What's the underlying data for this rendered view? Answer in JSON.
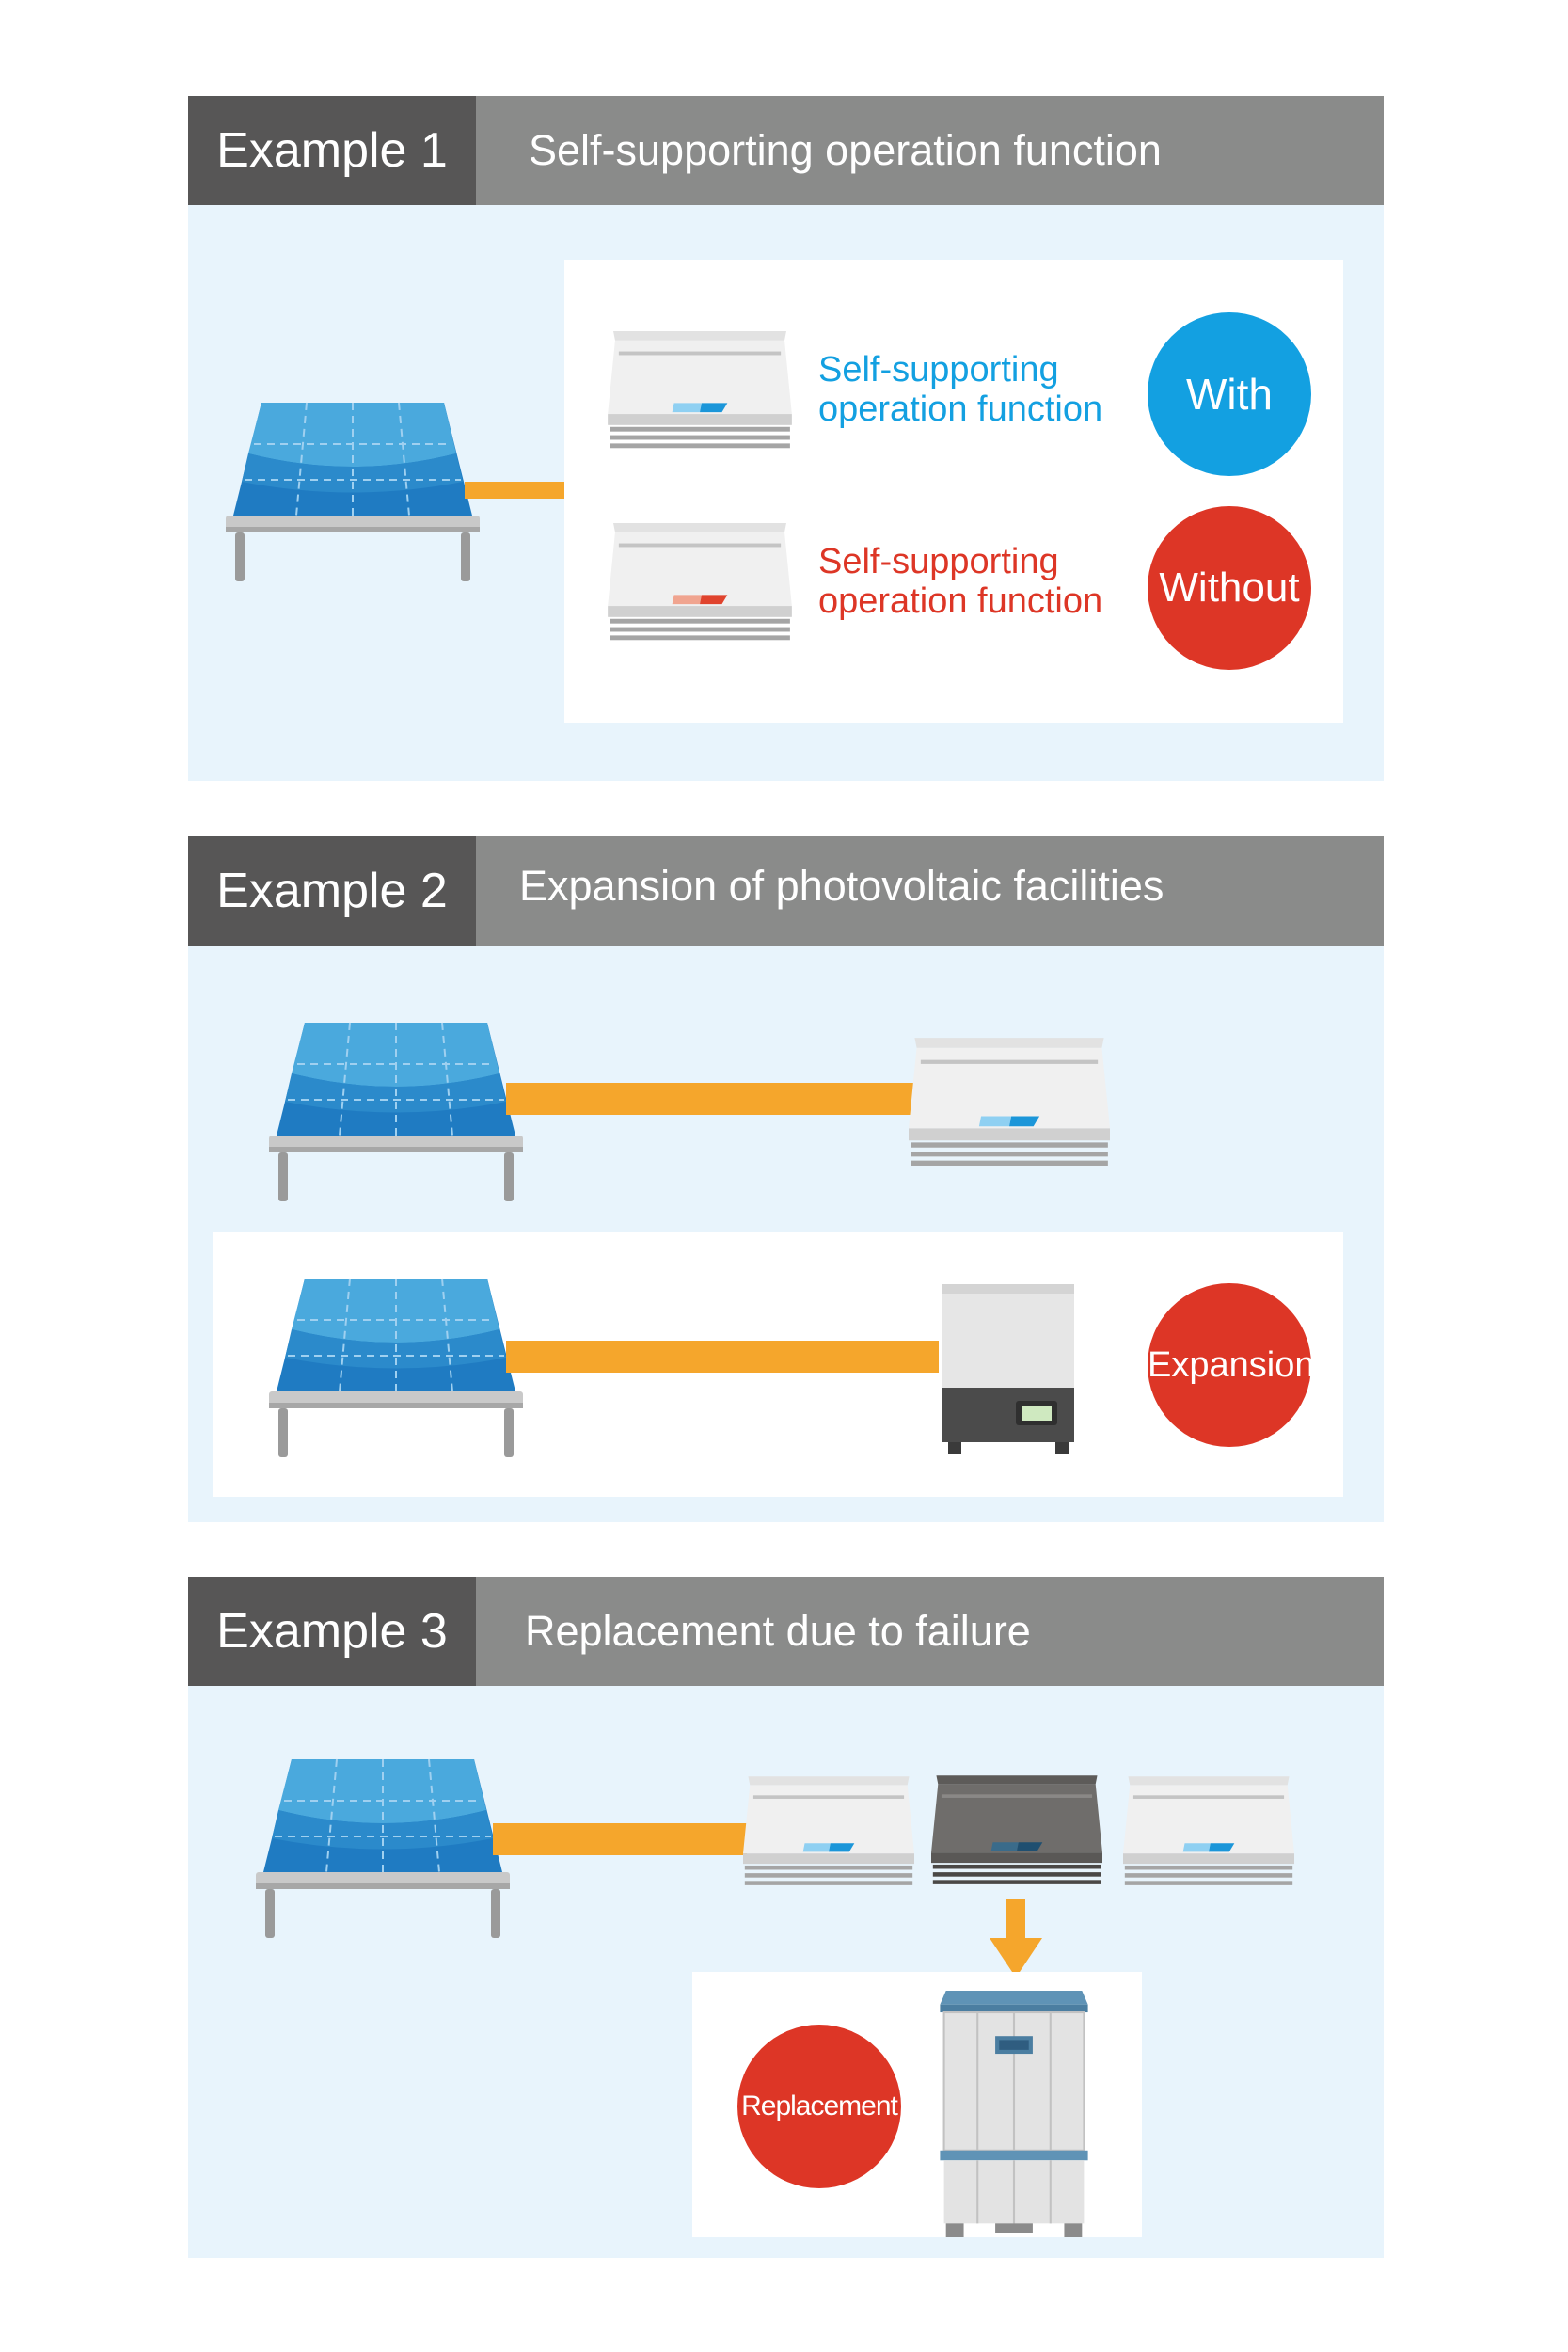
{
  "colors": {
    "header_dark": "#575656",
    "header_light": "#8a8b8a",
    "section_bg": "#e8f4fc",
    "accent_blue": "#13a0e1",
    "accent_red": "#dd3626",
    "cable_orange": "#f5a62c"
  },
  "example1": {
    "tag": "Example 1",
    "title": "Self-supporting operation function",
    "with_label": [
      "Self-supporting",
      "operation function"
    ],
    "with_badge": "With",
    "without_label": [
      "Self-supporting",
      "operation function"
    ],
    "without_badge": "Without"
  },
  "example2": {
    "tag": "Example 2",
    "title": "Expansion of photovoltaic facilities",
    "badge": "Expansion"
  },
  "example3": {
    "tag": "Example 3",
    "title": "Replacement due to failure",
    "badge": "Replacement"
  },
  "icons": [
    "solar-panel-icon",
    "power-conditioner-icon",
    "storage-unit-icon",
    "arrow-down-icon",
    "large-power-conditioner-icon"
  ]
}
